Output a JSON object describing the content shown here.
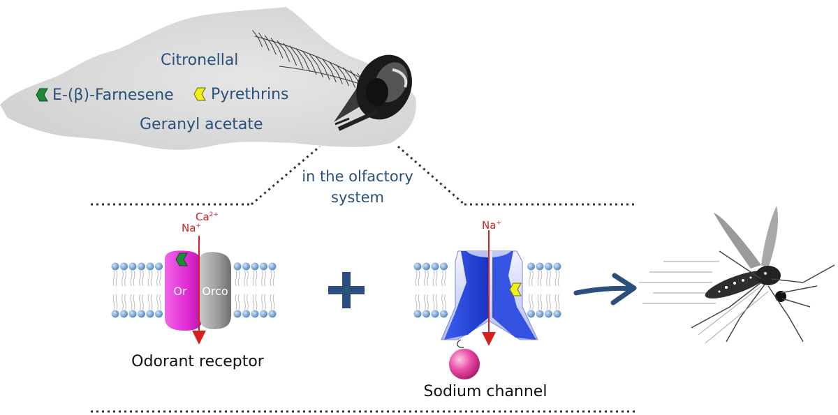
{
  "odor_cloud": {
    "compounds": {
      "citronellal": "Citronellal",
      "farnesene": "E-(β)-Farnesene",
      "pyrethrins": "Pyrethrins",
      "geranyl_acetate": "Geranyl acetate"
    }
  },
  "middle_label": {
    "line1": "in the olfactory",
    "line2": "system"
  },
  "odorant_receptor": {
    "ion1": "Na",
    "ion1_charge": "+",
    "ion2": "Ca",
    "ion2_charge": "2+",
    "subunit_or": "Or",
    "subunit_orco": "Orco",
    "caption": "Odorant receptor"
  },
  "sodium_channel": {
    "ion": "Na",
    "ion_charge": "+",
    "caption": "Sodium channel"
  },
  "colors": {
    "text_blue": "#2a4f7a",
    "ion_red": "#d42020",
    "or_magenta": "#e23ad6",
    "orco_gray": "#9a9a9a",
    "channel_blue": "#1f3fd6",
    "farnesene_green": "#1f8a3a",
    "pyrethrin_yellow": "#f3ef1a",
    "ball_pink": "#e33a9c",
    "membrane_head": "#6a9bd2"
  },
  "icons": {
    "farnesene_marker": "green-hexagon",
    "pyrethrin_marker": "yellow-hexagon",
    "combine": "plus-sign",
    "result": "arrow-right"
  }
}
